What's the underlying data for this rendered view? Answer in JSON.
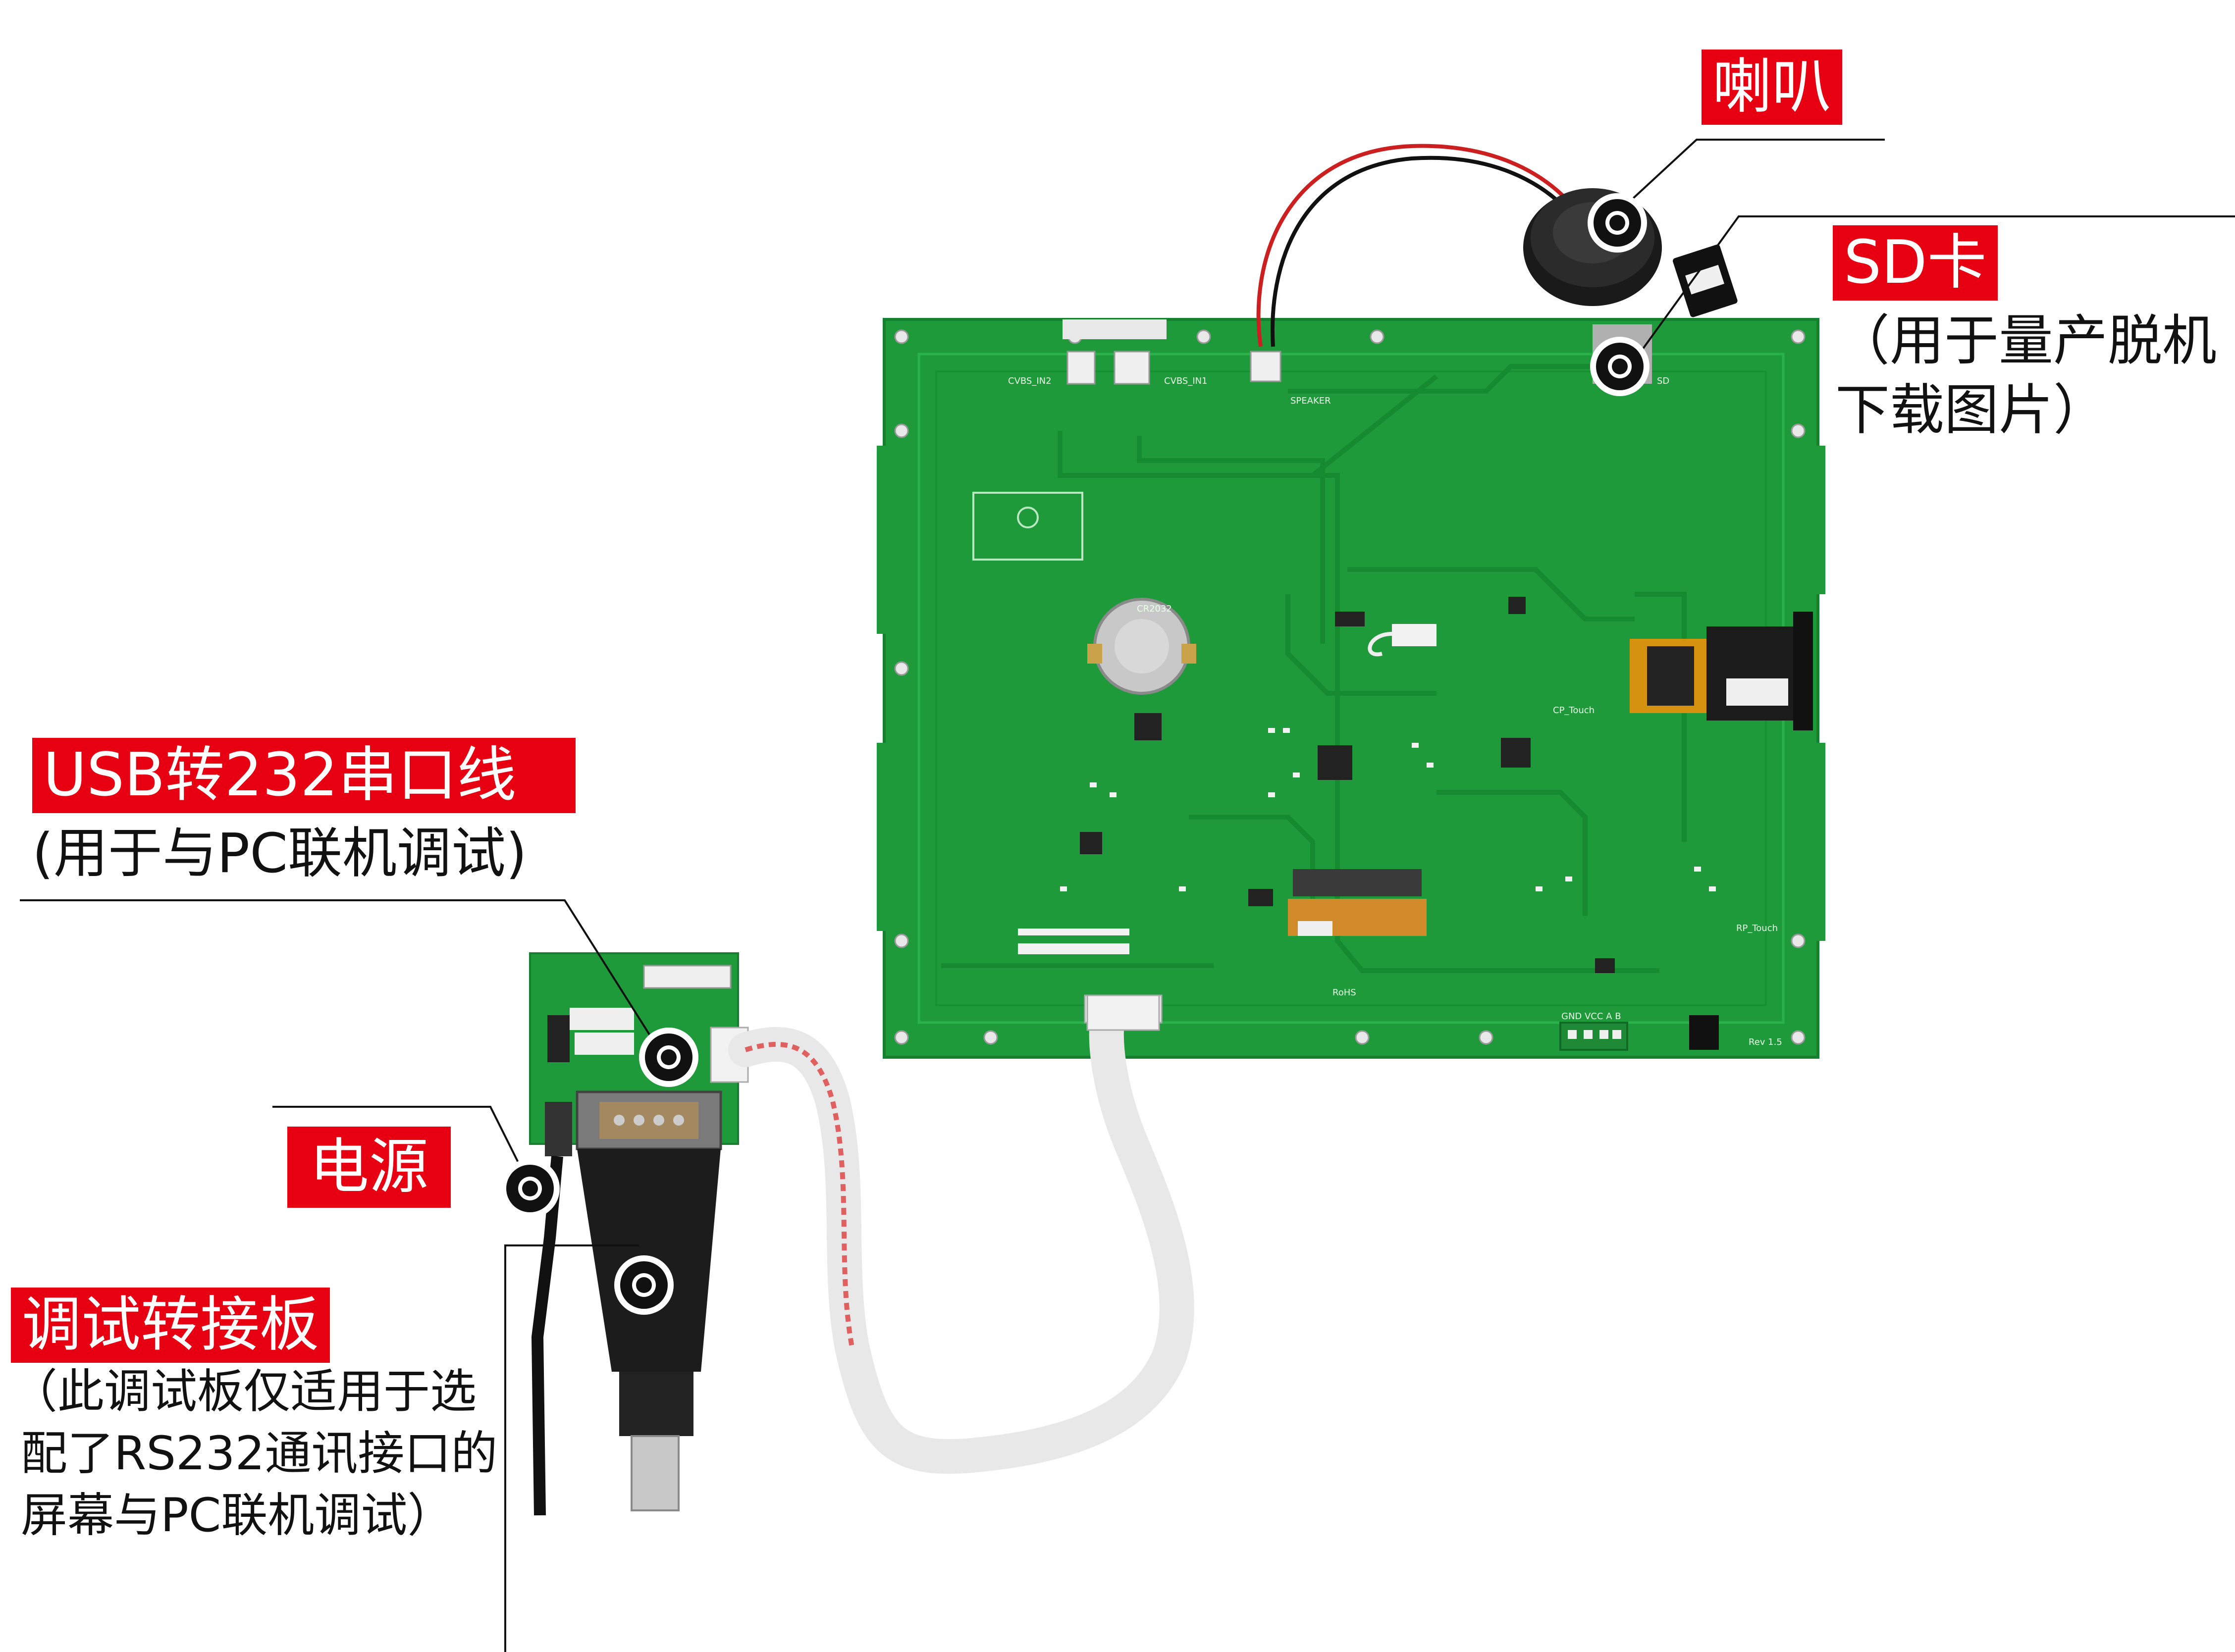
{
  "labels": {
    "speaker": {
      "tag": "喇叭"
    },
    "sd_card": {
      "tag": "SD卡",
      "note_line1": "（用于量产脱机",
      "note_line2": "下载图片）"
    },
    "usb232": {
      "tag": "USB转232串口线",
      "note": "(用于与PC联机调试)"
    },
    "power": {
      "tag": "电源"
    },
    "debug_board": {
      "tag": "调试转接板",
      "note_line1": "（此调试板仅适用于选",
      "note_line2": "配了RS232通讯接口的",
      "note_line3": "屏幕与PC联机调试）"
    }
  },
  "colors": {
    "accent": "#e60012",
    "pcb_green": "#1f9a3a",
    "pcb_trace": "#158a2e",
    "wire": "#f0f0f0",
    "ribbon_red": "#e06060",
    "callout_line": "#111111"
  },
  "board_silkscreen": {
    "battery": "CR2032",
    "cvbs_in2": "CVBS_IN2",
    "cvbs_in1": "CVBS_IN1",
    "speaker": "SPEAKER",
    "sd": "SD",
    "cp_touch": "CP_Touch",
    "rp_touch": "RP_Touch",
    "rohs": "RoHS",
    "gnd_vcc": "GND VCC A B",
    "rev": "Rev 1.5"
  }
}
